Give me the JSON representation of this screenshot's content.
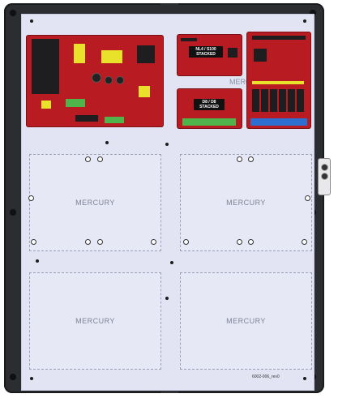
{
  "slots": [
    {
      "label": "MERCURY"
    },
    {
      "label": "MERCURY"
    },
    {
      "label": "MERCURY"
    },
    {
      "label": "MERCURY"
    }
  ],
  "partial_label": "MERC",
  "boards": {
    "nl4": {
      "line1": "NL4 / S100",
      "line2": "STACKED"
    },
    "d8": {
      "line1": "D8 / D8",
      "line2": "STACKED"
    }
  },
  "part_number": "6002-006_rev0",
  "colors": {
    "board": "#b81b22",
    "enclosure": "#2b2d30",
    "backplate": "#e2e4f3",
    "terminal_green": "#4fb54a",
    "terminal_blue": "#2c6fd0"
  }
}
